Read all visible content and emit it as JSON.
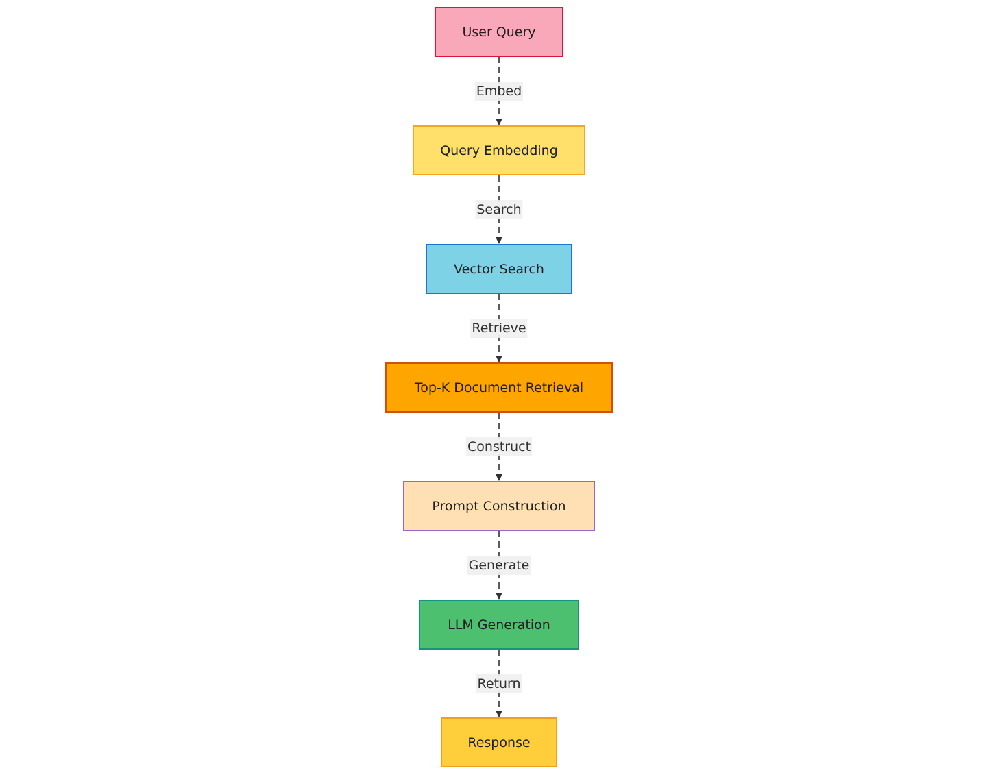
{
  "diagram": {
    "type": "flowchart",
    "direction": "top-to-bottom",
    "edge_style": "dashed",
    "nodes": [
      {
        "id": "user_query",
        "label": "User Query",
        "fill": "#f8a8b8",
        "stroke": "#dc143c"
      },
      {
        "id": "query_embedding",
        "label": "Query Embedding",
        "fill": "#ffe06b",
        "stroke": "#f5a623"
      },
      {
        "id": "vector_search",
        "label": "Vector Search",
        "fill": "#7dd3e5",
        "stroke": "#1778d2"
      },
      {
        "id": "topk_retrieval",
        "label": "Top-K Document Retrieval",
        "fill": "#ffa500",
        "stroke": "#d2500f"
      },
      {
        "id": "prompt_construction",
        "label": "Prompt Construction",
        "fill": "#ffe0b5",
        "stroke": "#9966cc"
      },
      {
        "id": "llm_generation",
        "label": "LLM Generation",
        "fill": "#4cc06e",
        "stroke": "#15967a"
      },
      {
        "id": "response",
        "label": "Response",
        "fill": "#ffce3a",
        "stroke": "#f0a020"
      }
    ],
    "edges": [
      {
        "from": "user_query",
        "to": "query_embedding",
        "label": "Embed"
      },
      {
        "from": "query_embedding",
        "to": "vector_search",
        "label": "Search"
      },
      {
        "from": "vector_search",
        "to": "topk_retrieval",
        "label": "Retrieve"
      },
      {
        "from": "topk_retrieval",
        "to": "prompt_construction",
        "label": "Construct"
      },
      {
        "from": "prompt_construction",
        "to": "llm_generation",
        "label": "Generate"
      },
      {
        "from": "llm_generation",
        "to": "response",
        "label": "Return"
      }
    ]
  }
}
